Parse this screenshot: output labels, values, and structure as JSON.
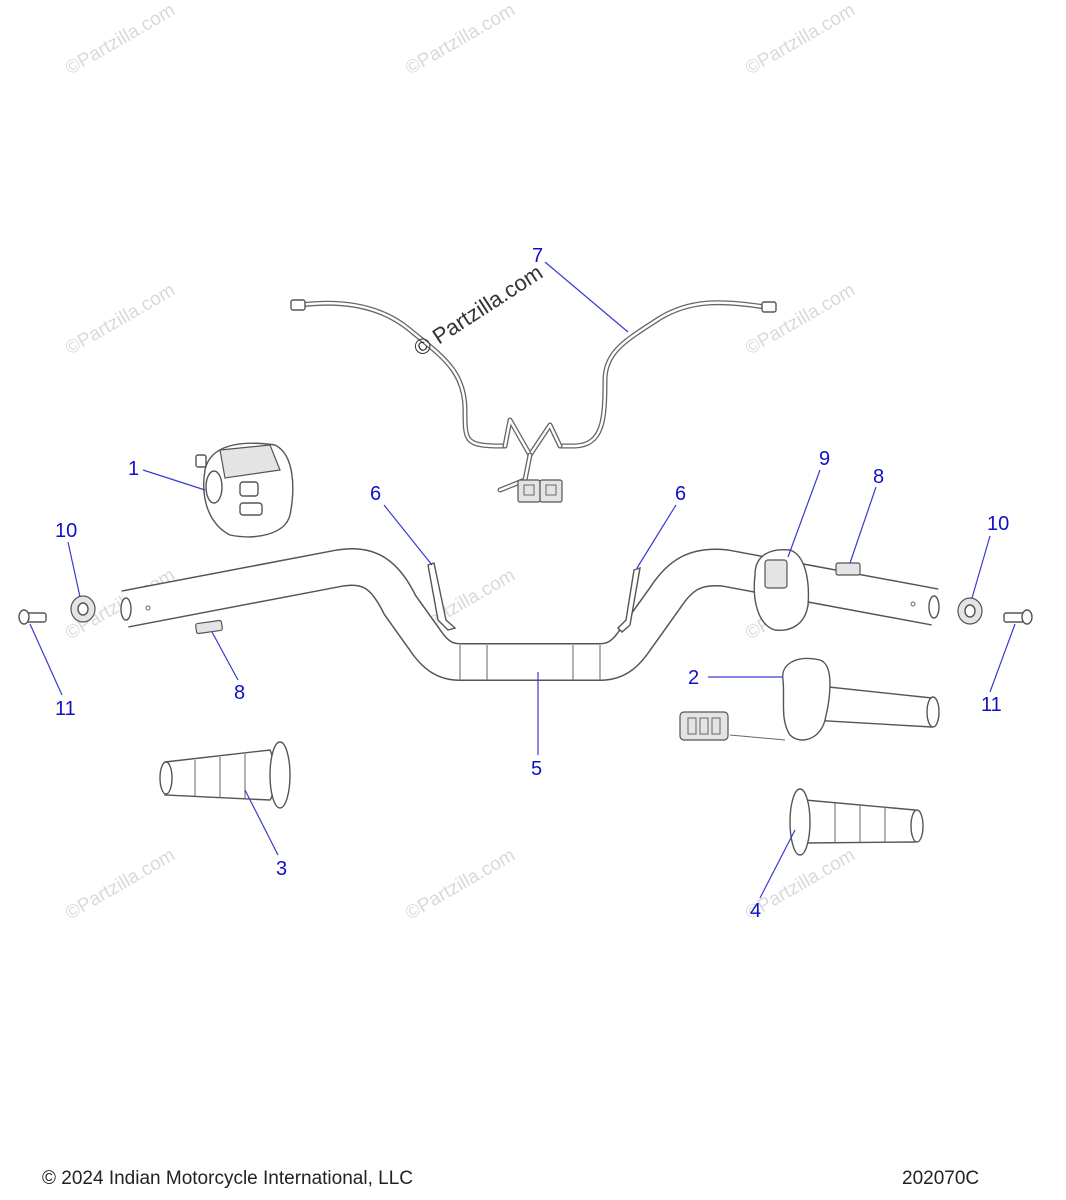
{
  "watermarks": {
    "faint": "©Partzilla.com",
    "center": "© Partzilla.com"
  },
  "callouts": [
    "1",
    "2",
    "3",
    "4",
    "5",
    "6",
    "6",
    "7",
    "8",
    "8",
    "9",
    "10",
    "10",
    "11",
    "11"
  ],
  "footer": {
    "copyright": "© 2024 Indian Motorcycle International, LLC",
    "drawing_number": "202070C"
  }
}
